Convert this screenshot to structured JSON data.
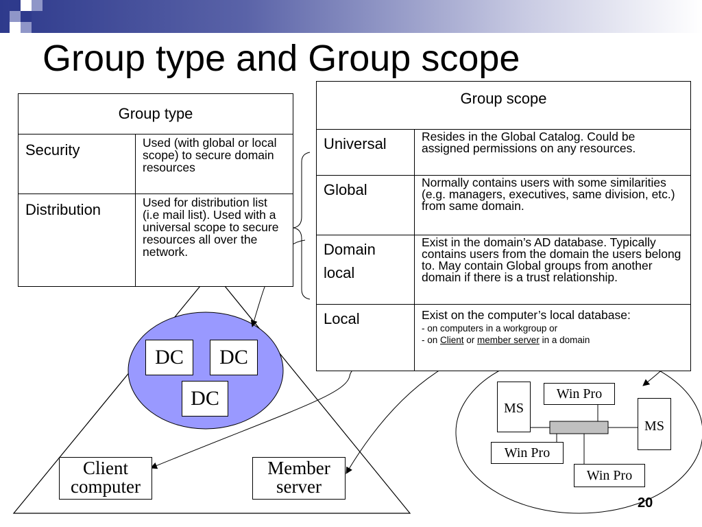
{
  "slide": {
    "title": "Group type and Group scope",
    "page_number": "20"
  },
  "group_type": {
    "header": "Group type",
    "rows": [
      {
        "name": "Security",
        "desc": "Used (with global or local scope) to secure domain resources"
      },
      {
        "name": "Distribution",
        "desc": "Used for distribution list (i.e mail list). Used with a universal scope to secure resources all over the network."
      }
    ]
  },
  "group_scope": {
    "header": "Group scope",
    "rows": [
      {
        "name": "Universal",
        "desc": "Resides in the Global Catalog. Could be assigned permissions on any resources."
      },
      {
        "name": "Global",
        "desc": "Normally contains users with some similarities (e.g. managers, executives, same division, etc.) from same domain."
      },
      {
        "name": "Domain local",
        "desc": "Exist in the domain’s AD database. Typically contains users from the domain the users belong to. May contain Global groups from another domain if there is a trust relationship."
      }
    ],
    "local": {
      "name": "Local",
      "desc_main": "Exist on the computer’s local database:",
      "line1": "- on computers in a workgroup or",
      "line2_pre": "- on ",
      "line2_client": "Client",
      "line2_mid": " or ",
      "line2_member": "member server",
      "line2_post": " in a domain"
    }
  },
  "diagram": {
    "dc_label": "DC",
    "client_line1": "Client",
    "client_line2": "computer",
    "member_line1": "Member",
    "member_line2": "server",
    "ms_label": "MS",
    "winpro_label": "Win Pro"
  },
  "colors": {
    "domain_ellipse": "#9999ff",
    "topbar_dark": "#2e3a8c",
    "hub": "#c0c0c0"
  }
}
